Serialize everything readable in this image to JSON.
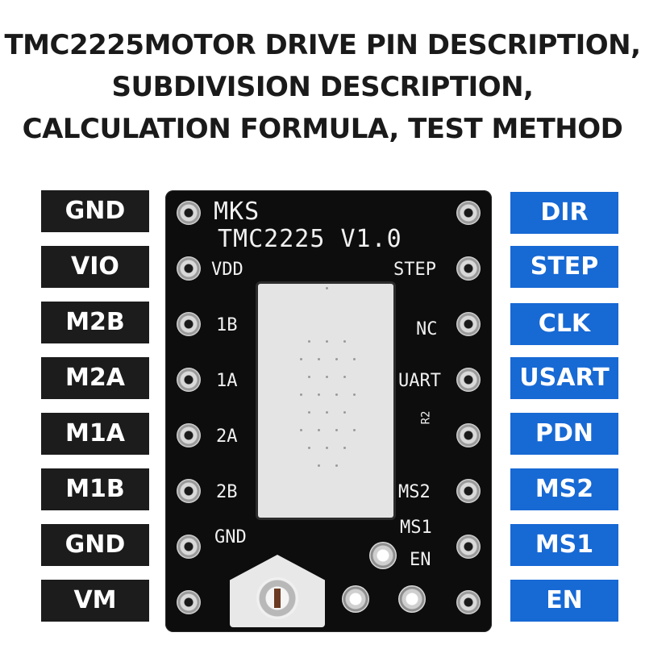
{
  "title": {
    "line1": "TMC2225MOTOR DRIVE PIN DESCRIPTION,",
    "line2": "SUBDIVISION DESCRIPTION,",
    "line3": "CALCULATION FORMULA, TEST METHOD"
  },
  "left_pins": [
    "GND",
    "VIO",
    "M2B",
    "M2A",
    "M1A",
    "M1B",
    "GND",
    "VM"
  ],
  "right_pins": [
    "DIR",
    "STEP",
    "CLK",
    "USART",
    "PDN",
    "MS2",
    "MS1",
    "EN"
  ],
  "colors": {
    "left_label_bg": "#1c1c1c",
    "right_label_bg": "#1769d4",
    "board": "#0d0d0d"
  },
  "board": {
    "brand": "MKS",
    "model": "TMC2225 V1.0",
    "left_silk": [
      "VDD",
      "1B",
      "1A",
      "2A",
      "2B",
      "GND"
    ],
    "right_silk": [
      "STEP",
      "NC",
      "UART",
      "MS2",
      "MS1",
      "EN"
    ],
    "resistor_label": "R2"
  }
}
